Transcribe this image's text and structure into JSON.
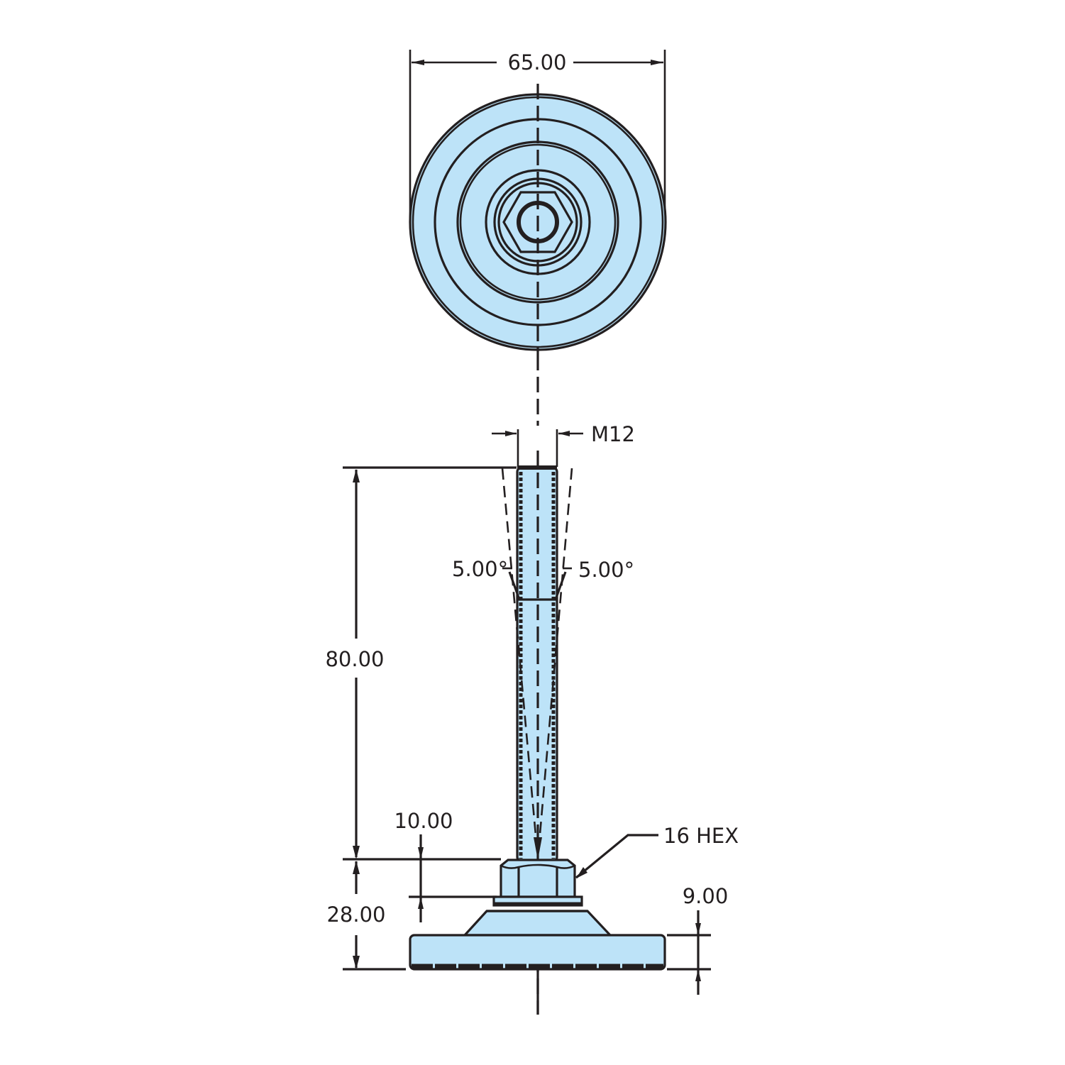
{
  "drawing": {
    "title": "Levelling foot technical drawing",
    "fill_color": "#bde3f8",
    "line_color": "#231f20",
    "views": [
      "top-view",
      "side-view"
    ]
  },
  "dimensions": {
    "base_diameter": "65.00",
    "thread": "M12",
    "tilt_left": "5.00°",
    "tilt_right": "5.00°",
    "stud_length": "80.00",
    "hex_height": "10.00",
    "overall_base_height": "28.00",
    "hex_size": "16 HEX",
    "pad_height": "9.00"
  }
}
